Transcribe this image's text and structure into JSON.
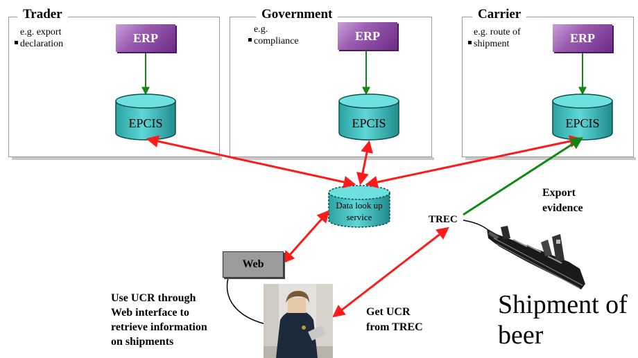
{
  "panels": [
    {
      "title": "Trader",
      "note": "e.g. export declaration",
      "erp": "ERP",
      "epcis": "EPCIS"
    },
    {
      "title": "Government",
      "note": "e.g. compliance",
      "erp": "ERP",
      "epcis": "EPCIS"
    },
    {
      "title": "Carrier",
      "note": "e.g. route of shipment",
      "erp": "ERP",
      "epcis": "EPCIS"
    }
  ],
  "lookup": {
    "line1": "Data look up",
    "line2": "service"
  },
  "web": "Web",
  "trec": "TREC",
  "export_evidence": {
    "line1": "Export",
    "line2": "evidence"
  },
  "use_ucr": {
    "line1": "Use UCR through",
    "line2": "Web interface to",
    "line3": "retrieve information",
    "line4": "on shipments"
  },
  "get_ucr": {
    "line1": "Get UCR",
    "line2": "from TREC"
  },
  "shipment": {
    "line1": "Shipment of",
    "line2": "beer"
  },
  "colors": {
    "arrow_red": "#ff1a1a",
    "arrow_green": "#118811",
    "cylinder": "#3fbcbc",
    "erp_purple": "#8a4aa3"
  }
}
